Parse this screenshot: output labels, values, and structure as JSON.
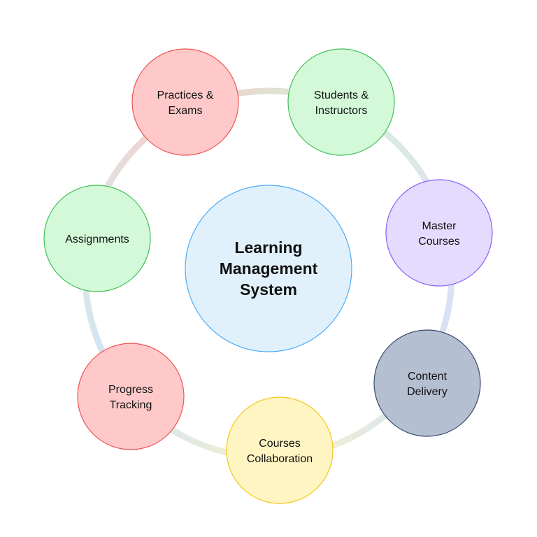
{
  "center": {
    "lines": [
      "Learning",
      "Management",
      "System"
    ],
    "fill": "#e1f1fc",
    "stroke": "#4dabf7"
  },
  "nodes": [
    {
      "id": "practices-exams",
      "lines": [
        "Practices &",
        "Exams"
      ],
      "fill": "#ffc9c9",
      "stroke": "#f05252",
      "ring": "#f4cccc"
    },
    {
      "id": "students-instructors",
      "lines": [
        "Students &",
        "Instructors"
      ],
      "fill": "#d3f9d8",
      "stroke": "#40c057",
      "ring": "#d3f0d8"
    },
    {
      "id": "master-courses",
      "lines": [
        "Master",
        "Courses"
      ],
      "fill": "#e5dbff",
      "stroke": "#845ef7",
      "ring": "#e3e0f3"
    },
    {
      "id": "content-delivery",
      "lines": [
        "Content",
        "Delivery"
      ],
      "fill": "#b4bfd1",
      "stroke": "#3b4a6b",
      "ring": "#cfe2f6"
    },
    {
      "id": "courses-collaboration",
      "lines": [
        "Courses",
        "Collaboration"
      ],
      "fill": "#fff5c2",
      "stroke": "#f5c518",
      "ring": "#fbf3c9"
    },
    {
      "id": "progress-tracking",
      "lines": [
        "Progress",
        "Tracking"
      ],
      "fill": "#ffc9c9",
      "stroke": "#f05252",
      "ring": "#cfe2f6"
    },
    {
      "id": "assignments",
      "lines": [
        "Assignments"
      ],
      "fill": "#d3f9d8",
      "stroke": "#40c057",
      "ring": "#dde8e6"
    }
  ]
}
